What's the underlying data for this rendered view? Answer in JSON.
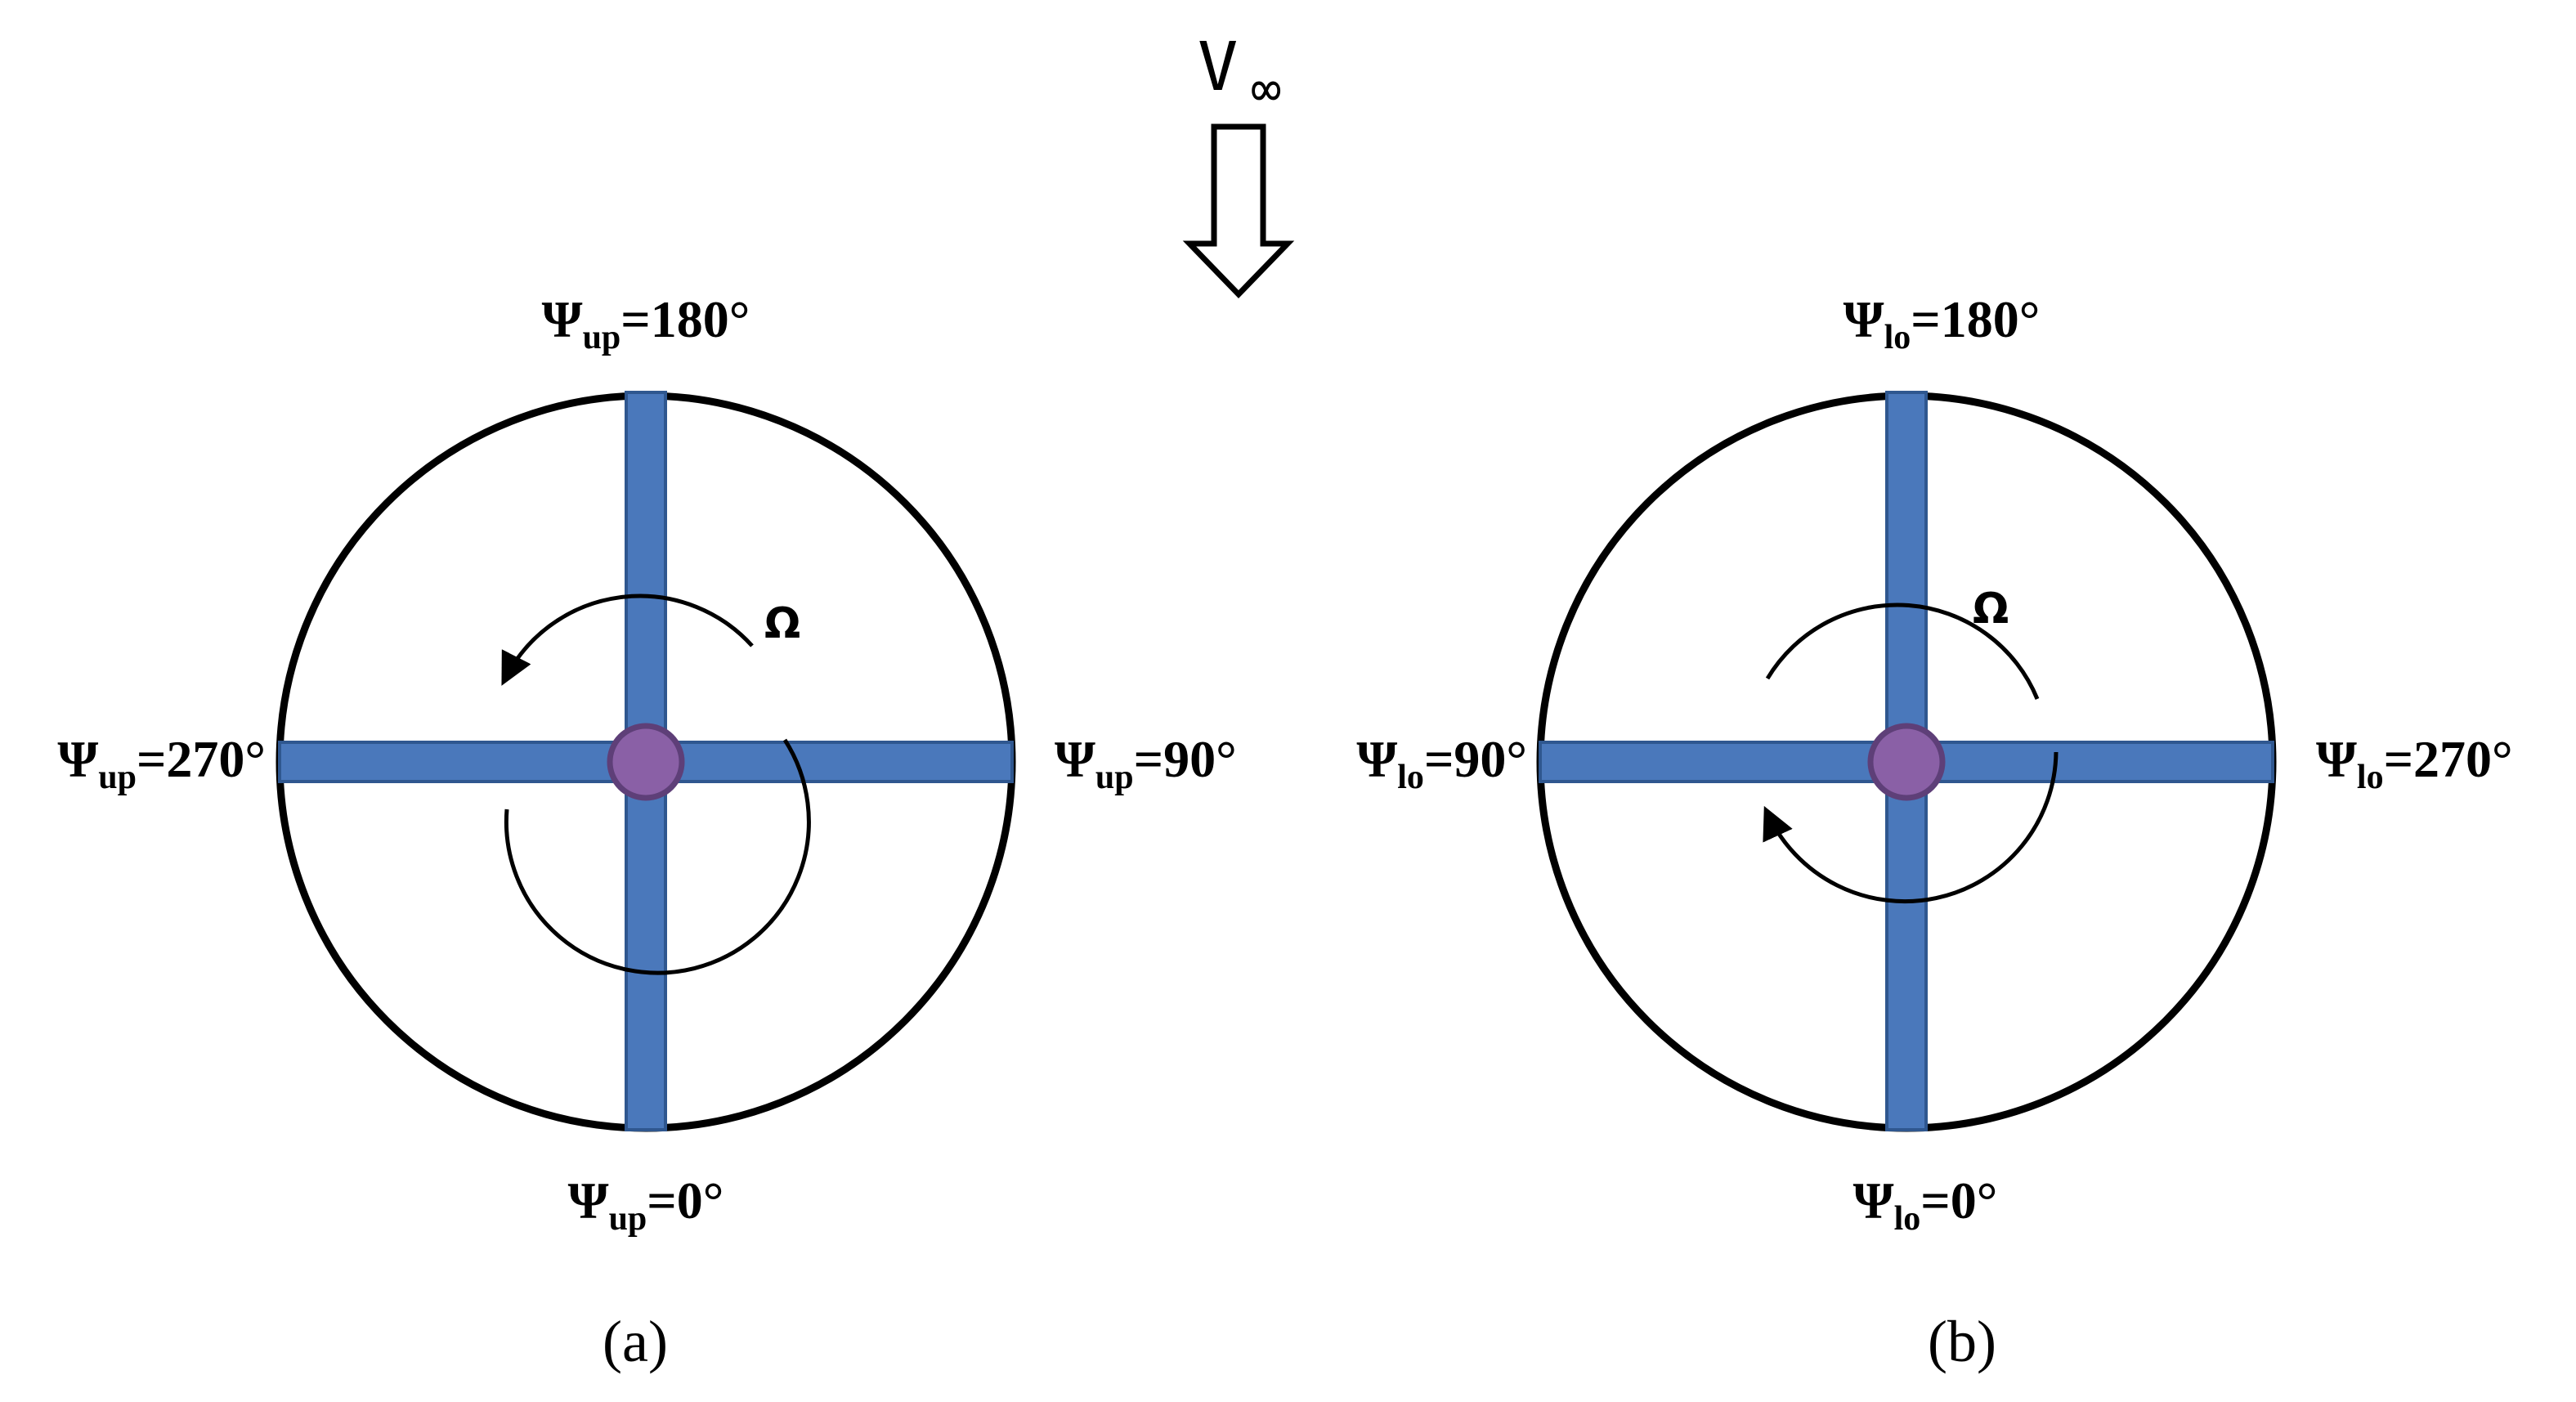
{
  "freestream": {
    "symbol": "V",
    "subscript": "∞"
  },
  "rotation_symbol": "Ω",
  "colors": {
    "blade_fill": "#4a78bb",
    "blade_edge": "#2f578f",
    "hub_fill": "#8a60a6",
    "hub_edge": "#5e3f78",
    "outline": "#000000"
  },
  "panel_a": {
    "caption": "(a)",
    "rotation": "counterclockwise",
    "labels": {
      "top": {
        "psi": "Ψ",
        "sub": "up",
        "value": "=180°"
      },
      "right": {
        "psi": "Ψ",
        "sub": "up",
        "value": "=90°"
      },
      "bottom": {
        "psi": "Ψ",
        "sub": "up",
        "value": "=0°"
      },
      "left": {
        "psi": "Ψ",
        "sub": "up",
        "value": "=270°"
      }
    }
  },
  "panel_b": {
    "caption": "(b)",
    "rotation": "clockwise",
    "labels": {
      "top": {
        "psi": "Ψ",
        "sub": "lo",
        "value": "=180°"
      },
      "right": {
        "psi": "Ψ",
        "sub": "lo",
        "value": "=270°"
      },
      "bottom": {
        "psi": "Ψ",
        "sub": "lo",
        "value": "=0°"
      },
      "left": {
        "psi": "Ψ",
        "sub": "lo",
        "value": "=90°"
      }
    }
  }
}
